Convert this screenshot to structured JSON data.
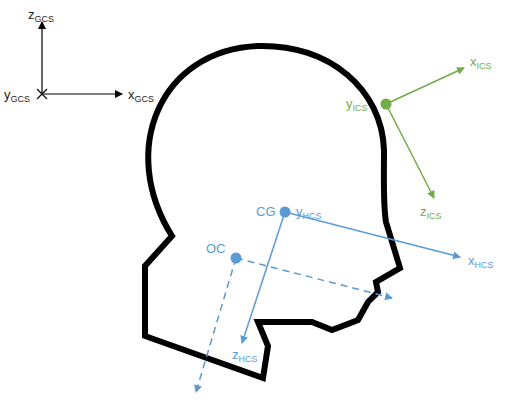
{
  "diagram": {
    "labels": [
      "z",
      "GCS",
      "y",
      "GCS",
      "x",
      "GCS",
      "x",
      "ICS",
      "y",
      "ICS",
      "z",
      "ICS",
      "CG",
      "y",
      "HCS",
      "x",
      "HCS",
      "OC",
      "z",
      "HCS"
    ]
  }
}
